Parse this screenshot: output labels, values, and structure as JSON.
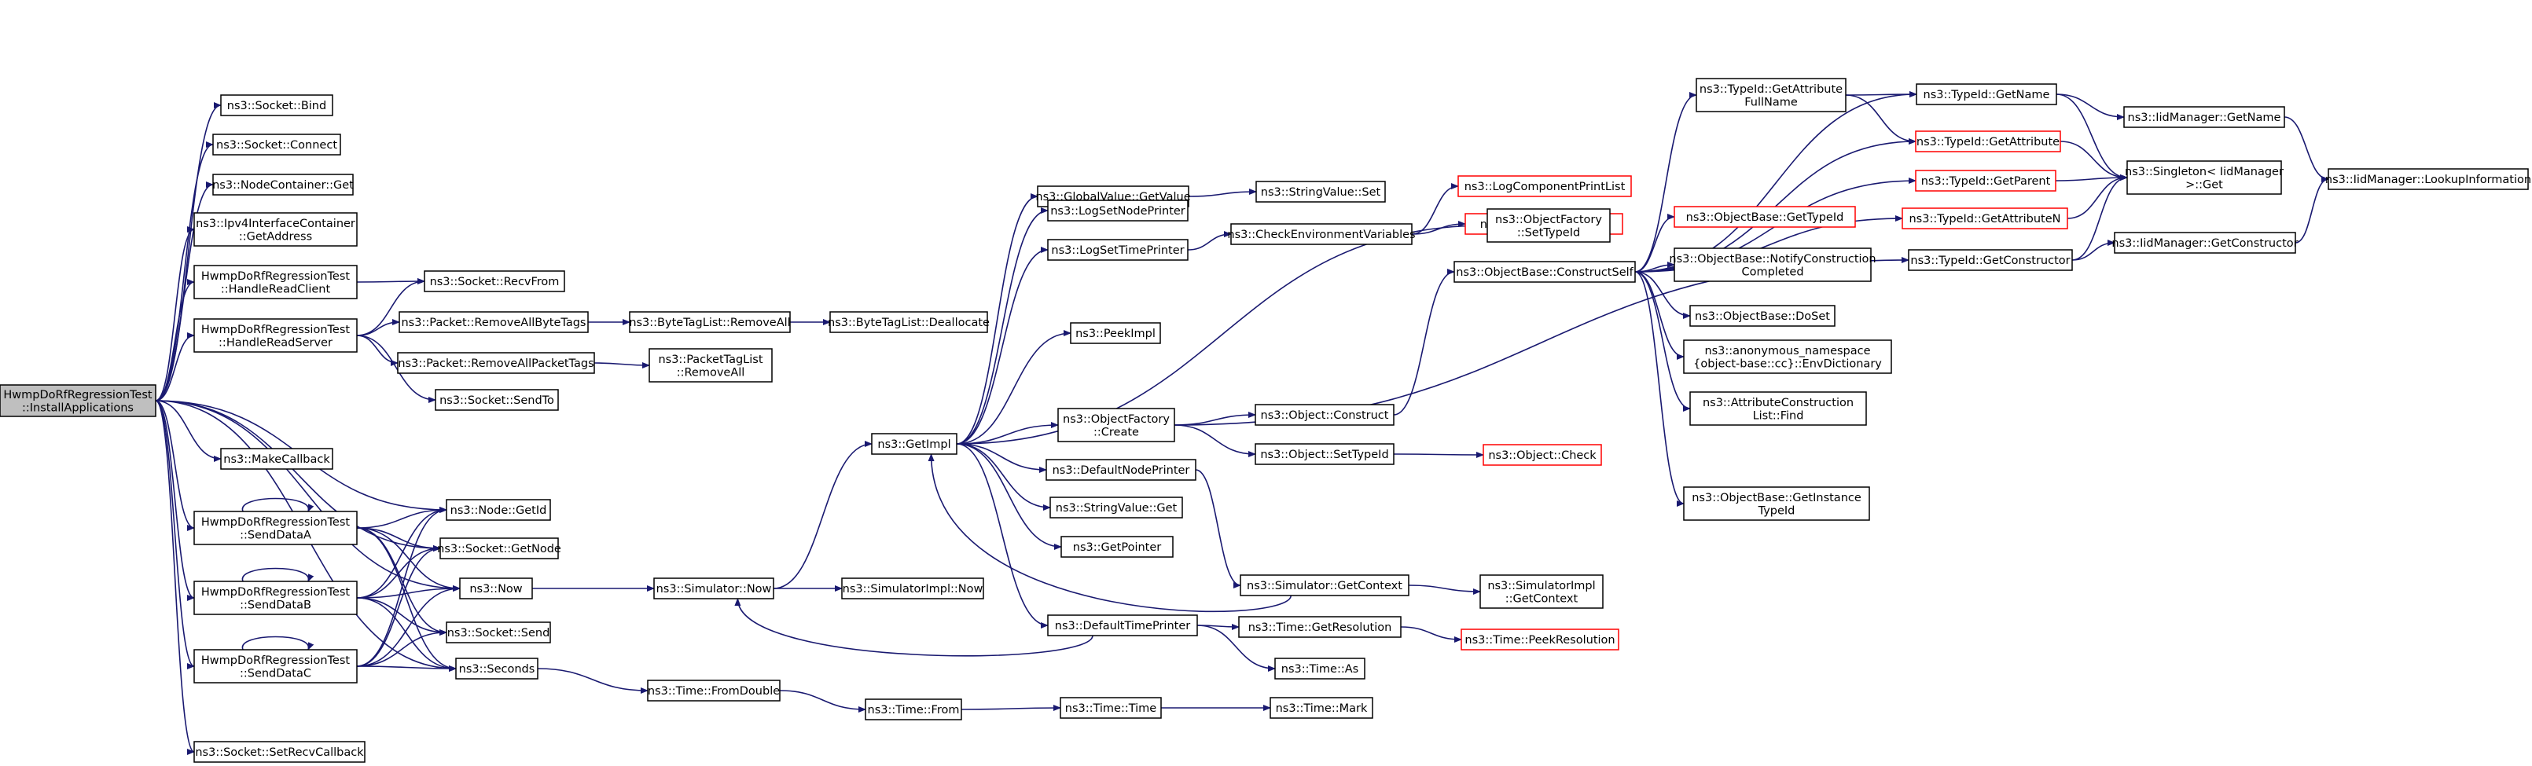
{
  "colors": {
    "edge": "#191970",
    "node_border": "#000000",
    "node_fill": "#ffffff",
    "root_fill": "#bfbfbf",
    "undocumented_border": "#ff0000"
  },
  "nodes": [
    {
      "id": "root",
      "lines": [
        "HwmpDoRfRegressionTest",
        "::InstallApplications"
      ],
      "root": true
    },
    {
      "id": "bind",
      "lines": [
        "ns3::Socket::Bind"
      ]
    },
    {
      "id": "connect",
      "lines": [
        "ns3::Socket::Connect"
      ]
    },
    {
      "id": "nodecontainer_get",
      "lines": [
        "ns3::NodeContainer::Get"
      ]
    },
    {
      "id": "ipv4_getaddress",
      "lines": [
        "ns3::Ipv4InterfaceContainer",
        "::GetAddress"
      ]
    },
    {
      "id": "handleclient",
      "lines": [
        "HwmpDoRfRegressionTest",
        "::HandleReadClient"
      ]
    },
    {
      "id": "handleserver",
      "lines": [
        "HwmpDoRfRegressionTest",
        "::HandleReadServer"
      ]
    },
    {
      "id": "makecallback",
      "lines": [
        "ns3::MakeCallback"
      ]
    },
    {
      "id": "senddataa",
      "lines": [
        "HwmpDoRfRegressionTest",
        "::SendDataA"
      ]
    },
    {
      "id": "senddatab",
      "lines": [
        "HwmpDoRfRegressionTest",
        "::SendDataB"
      ]
    },
    {
      "id": "senddatac",
      "lines": [
        "HwmpDoRfRegressionTest",
        "::SendDataC"
      ]
    },
    {
      "id": "setrecv",
      "lines": [
        "ns3::Socket::SetRecvCallback"
      ]
    },
    {
      "id": "recvfrom",
      "lines": [
        "ns3::Socket::RecvFrom"
      ]
    },
    {
      "id": "rmbytetags",
      "lines": [
        "ns3::Packet::RemoveAllByteTags"
      ]
    },
    {
      "id": "rmpackettags",
      "lines": [
        "ns3::Packet::RemoveAllPacketTags"
      ]
    },
    {
      "id": "sendto",
      "lines": [
        "ns3::Socket::SendTo"
      ]
    },
    {
      "id": "nodegetid",
      "lines": [
        "ns3::Node::GetId"
      ]
    },
    {
      "id": "getnode",
      "lines": [
        "ns3::Socket::GetNode"
      ]
    },
    {
      "id": "now",
      "lines": [
        "ns3::Now"
      ]
    },
    {
      "id": "send",
      "lines": [
        "ns3::Socket::Send"
      ]
    },
    {
      "id": "seconds",
      "lines": [
        "ns3::Seconds"
      ]
    },
    {
      "id": "btl_removeall",
      "lines": [
        "ns3::ByteTagList::RemoveAll"
      ]
    },
    {
      "id": "btl_dealloc",
      "lines": [
        "ns3::ByteTagList::Deallocate"
      ]
    },
    {
      "id": "ptl_removeall",
      "lines": [
        "ns3::PacketTagList",
        "::RemoveAll"
      ]
    },
    {
      "id": "sim_now",
      "lines": [
        "ns3::Simulator::Now"
      ]
    },
    {
      "id": "simimpl_now",
      "lines": [
        "ns3::SimulatorImpl::Now"
      ]
    },
    {
      "id": "fromdouble",
      "lines": [
        "ns3::Time::FromDouble"
      ]
    },
    {
      "id": "time_from",
      "lines": [
        "ns3::Time::From"
      ]
    },
    {
      "id": "time_time",
      "lines": [
        "ns3::Time::Time"
      ]
    },
    {
      "id": "time_mark",
      "lines": [
        "ns3::Time::Mark"
      ]
    },
    {
      "id": "getimpl",
      "lines": [
        "ns3::GetImpl"
      ]
    },
    {
      "id": "gv_getvalue",
      "lines": [
        "ns3::GlobalValue::GetValue"
      ]
    },
    {
      "id": "sv_set",
      "lines": [
        "ns3::StringValue::Set"
      ]
    },
    {
      "id": "logsetnode",
      "lines": [
        "ns3::LogSetNodePrinter"
      ]
    },
    {
      "id": "logsettime",
      "lines": [
        "ns3::LogSetTimePrinter"
      ]
    },
    {
      "id": "peekimpl",
      "lines": [
        "ns3::PeekImpl"
      ]
    },
    {
      "id": "of_create",
      "lines": [
        "ns3::ObjectFactory",
        "::Create"
      ]
    },
    {
      "id": "defnodeprinter",
      "lines": [
        "ns3::DefaultNodePrinter"
      ]
    },
    {
      "id": "sv_get",
      "lines": [
        "ns3::StringValue::Get"
      ]
    },
    {
      "id": "getpointer",
      "lines": [
        "ns3::GetPointer"
      ]
    },
    {
      "id": "deftimeprinter",
      "lines": [
        "ns3::DefaultTimePrinter"
      ]
    },
    {
      "id": "checkenv",
      "lines": [
        "ns3::CheckEnvironmentVariables"
      ]
    },
    {
      "id": "logcomplist",
      "lines": [
        "ns3::LogComponentPrintList"
      ],
      "undocumented": true
    },
    {
      "id": "compexists",
      "lines": [
        "ns3::ComponentExists"
      ],
      "undocumented": true
    },
    {
      "id": "obj_construct",
      "lines": [
        "ns3::Object::Construct"
      ]
    },
    {
      "id": "obj_settypeid",
      "lines": [
        "ns3::Object::SetTypeId"
      ]
    },
    {
      "id": "obj_check",
      "lines": [
        "ns3::Object::Check"
      ],
      "undocumented": true
    },
    {
      "id": "sim_getcontext",
      "lines": [
        "ns3::Simulator::GetContext"
      ]
    },
    {
      "id": "simimpl_getcontext",
      "lines": [
        "ns3::SimulatorImpl",
        "::GetContext"
      ]
    },
    {
      "id": "time_getres",
      "lines": [
        "ns3::Time::GetResolution"
      ]
    },
    {
      "id": "time_peekres",
      "lines": [
        "ns3::Time::PeekResolution"
      ],
      "undocumented": true
    },
    {
      "id": "time_as",
      "lines": [
        "ns3::Time::As"
      ]
    },
    {
      "id": "of_settypeid",
      "lines": [
        "ns3::ObjectFactory",
        "::SetTypeId"
      ]
    },
    {
      "id": "ob_constructself",
      "lines": [
        "ns3::ObjectBase::ConstructSelf"
      ]
    },
    {
      "id": "ob_gettypeid",
      "lines": [
        "ns3::ObjectBase::GetTypeId"
      ],
      "undocumented": true
    },
    {
      "id": "ob_notify",
      "lines": [
        "ns3::ObjectBase::NotifyConstruction",
        "Completed"
      ]
    },
    {
      "id": "ob_doset",
      "lines": [
        "ns3::ObjectBase::DoSet"
      ]
    },
    {
      "id": "anon_envdict",
      "lines": [
        "ns3::anonymous_namespace",
        "{object-base::cc}::EnvDictionary"
      ]
    },
    {
      "id": "acl_find",
      "lines": [
        "ns3::AttributeConstruction",
        "List::Find"
      ]
    },
    {
      "id": "ob_getinstance",
      "lines": [
        "ns3::ObjectBase::GetInstance",
        "TypeId"
      ]
    },
    {
      "id": "tid_getattrfull",
      "lines": [
        "ns3::TypeId::GetAttribute",
        "FullName"
      ]
    },
    {
      "id": "tid_getname",
      "lines": [
        "ns3::TypeId::GetName"
      ]
    },
    {
      "id": "tid_getattr",
      "lines": [
        "ns3::TypeId::GetAttribute"
      ],
      "undocumented": true
    },
    {
      "id": "tid_getparent",
      "lines": [
        "ns3::TypeId::GetParent"
      ],
      "undocumented": true
    },
    {
      "id": "tid_getattrn",
      "lines": [
        "ns3::TypeId::GetAttributeN"
      ],
      "undocumented": true
    },
    {
      "id": "tid_getconstructor",
      "lines": [
        "ns3::TypeId::GetConstructor"
      ]
    },
    {
      "id": "iid_getname",
      "lines": [
        "ns3::IidManager::GetName"
      ]
    },
    {
      "id": "singleton_get",
      "lines": [
        "ns3::Singleton< IidManager",
        " >::Get"
      ]
    },
    {
      "id": "iid_getconstructor",
      "lines": [
        "ns3::IidManager::GetConstructor"
      ]
    },
    {
      "id": "iid_lookup",
      "lines": [
        "ns3::IidManager::LookupInformation"
      ]
    }
  ]
}
